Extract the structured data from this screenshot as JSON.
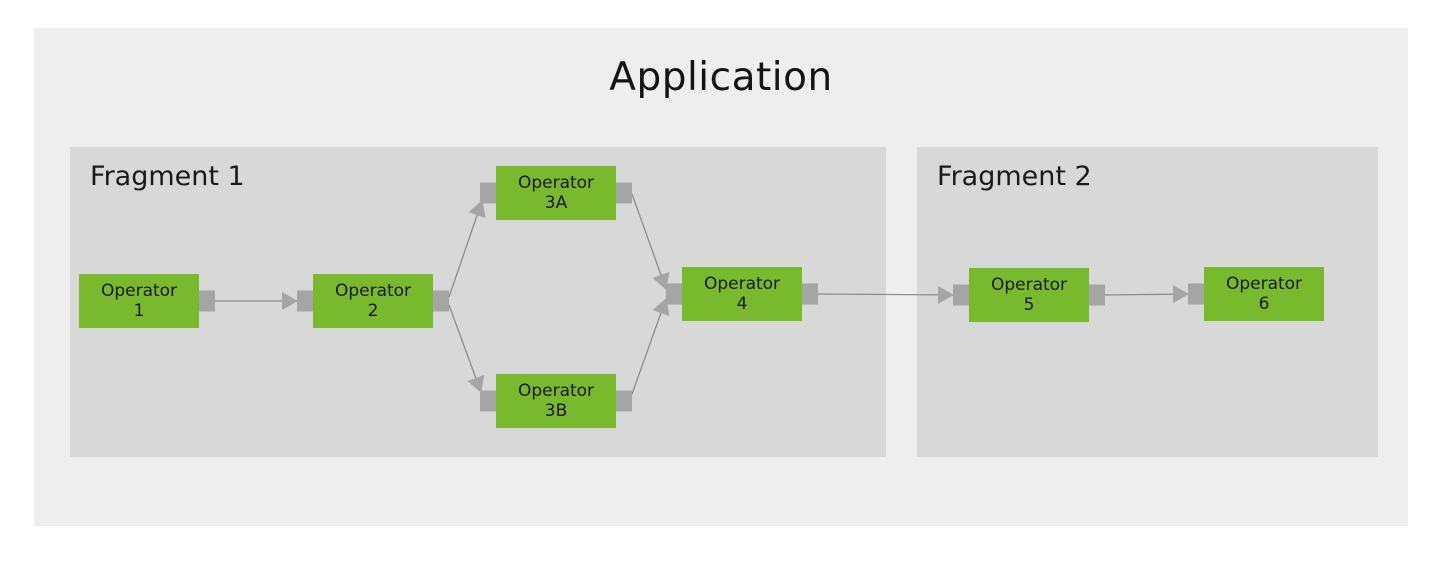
{
  "app": {
    "title": "Application"
  },
  "fragments": [
    {
      "label": "Fragment 1"
    },
    {
      "label": "Fragment 2"
    }
  ],
  "operators": [
    {
      "name": "Operator",
      "number": "1",
      "fragment": "Fragment 1",
      "has_input_port": false,
      "has_output_port": true
    },
    {
      "name": "Operator",
      "number": "2",
      "fragment": "Fragment 1",
      "has_input_port": true,
      "has_output_port": true
    },
    {
      "name": "Operator",
      "number": "3A",
      "fragment": "Fragment 1",
      "has_input_port": true,
      "has_output_port": true
    },
    {
      "name": "Operator",
      "number": "3B",
      "fragment": "Fragment 1",
      "has_input_port": true,
      "has_output_port": true
    },
    {
      "name": "Operator",
      "number": "4",
      "fragment": "Fragment 1",
      "has_input_port": true,
      "has_output_port": true
    },
    {
      "name": "Operator",
      "number": "5",
      "fragment": "Fragment 2",
      "has_input_port": true,
      "has_output_port": true
    },
    {
      "name": "Operator",
      "number": "6",
      "fragment": "Fragment 2",
      "has_input_port": true,
      "has_output_port": false
    }
  ],
  "edges": [
    {
      "from": "Operator 1",
      "to": "Operator 2"
    },
    {
      "from": "Operator 2",
      "to": "Operator 3A"
    },
    {
      "from": "Operator 2",
      "to": "Operator 3B"
    },
    {
      "from": "Operator 3A",
      "to": "Operator 4"
    },
    {
      "from": "Operator 3B",
      "to": "Operator 4"
    },
    {
      "from": "Operator 4",
      "to": "Operator 5"
    },
    {
      "from": "Operator 5",
      "to": "Operator 6"
    }
  ],
  "colors": {
    "page_background": "#ffffff",
    "application_background": "#eeeeee",
    "fragment_background": "#d8d8d8",
    "operator_green": "#79b92e",
    "port_gray": "#a5a5a5",
    "edge_gray": "#8c8c8c",
    "text": "#1a1a1a"
  }
}
